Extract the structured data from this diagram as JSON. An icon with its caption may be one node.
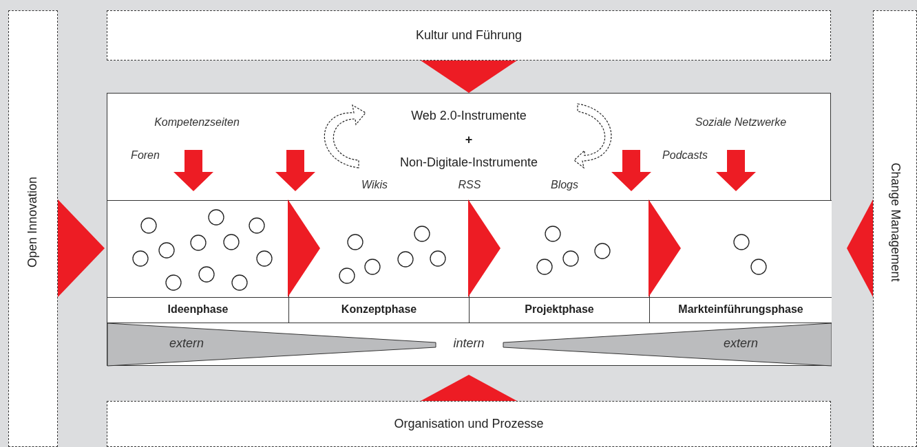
{
  "diagram": {
    "nodes": [
      {
        "text": [
          "Kultur und Führung"
        ]
      },
      {
        "text": [
          "Organisation und Prozesse"
        ]
      },
      {
        "text": [
          "Open Innovation"
        ]
      },
      {
        "text": [
          "Change Management"
        ]
      },
      {
        "text": [
          "Web 2.0-Instrumente",
          "+",
          "Non-Digitale-Instrumente"
        ]
      },
      {
        "text": [
          "Ideenphase"
        ],
        "in": 4
      },
      {
        "text": [
          "Konzeptphase"
        ],
        "in": 4
      },
      {
        "text": [
          "Projektphase"
        ],
        "in": 4
      },
      {
        "text": [
          "Markteinführungsphase"
        ],
        "in": 4
      },
      {
        "text": [
          "extern",
          "intern",
          "extern"
        ],
        "in": 4
      }
    ],
    "edges": [
      {
        "from": 0,
        "to": 4,
        "arrow": "to"
      },
      {
        "from": 2,
        "to": 4,
        "arrow": "to"
      },
      {
        "from": 3,
        "to": 4,
        "arrow": "to"
      },
      {
        "from": 1,
        "to": 4,
        "arrow": "to"
      },
      {
        "from": null,
        "to": 5,
        "arrow": "to"
      },
      {
        "from": null,
        "to": 6,
        "arrow": "to"
      },
      {
        "from": null,
        "to": 7,
        "arrow": "to"
      },
      {
        "from": null,
        "to": 8,
        "arrow": "to"
      },
      {
        "from": 5,
        "to": 6,
        "arrow": "to"
      },
      {
        "from": 6,
        "to": 7,
        "arrow": "to"
      },
      {
        "from": 7,
        "to": 8,
        "arrow": "to"
      }
    ],
    "labels": [
      "Kompetenzseiten",
      "Soziale Netzwerke",
      "Foren",
      "Podcasts",
      "Wikis",
      "RSS",
      "Blogs"
    ]
  }
}
